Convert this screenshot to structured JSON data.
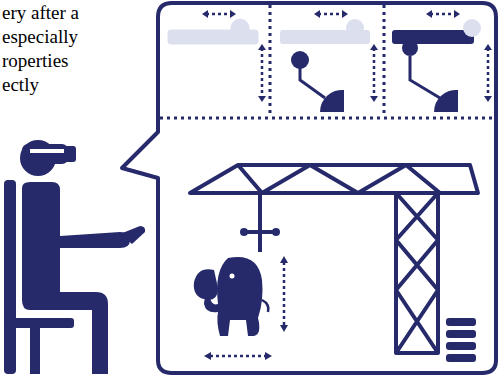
{
  "diagram": {
    "labels": [
      "ery after a",
      "especially",
      "roperties",
      "ectly"
    ]
  }
}
